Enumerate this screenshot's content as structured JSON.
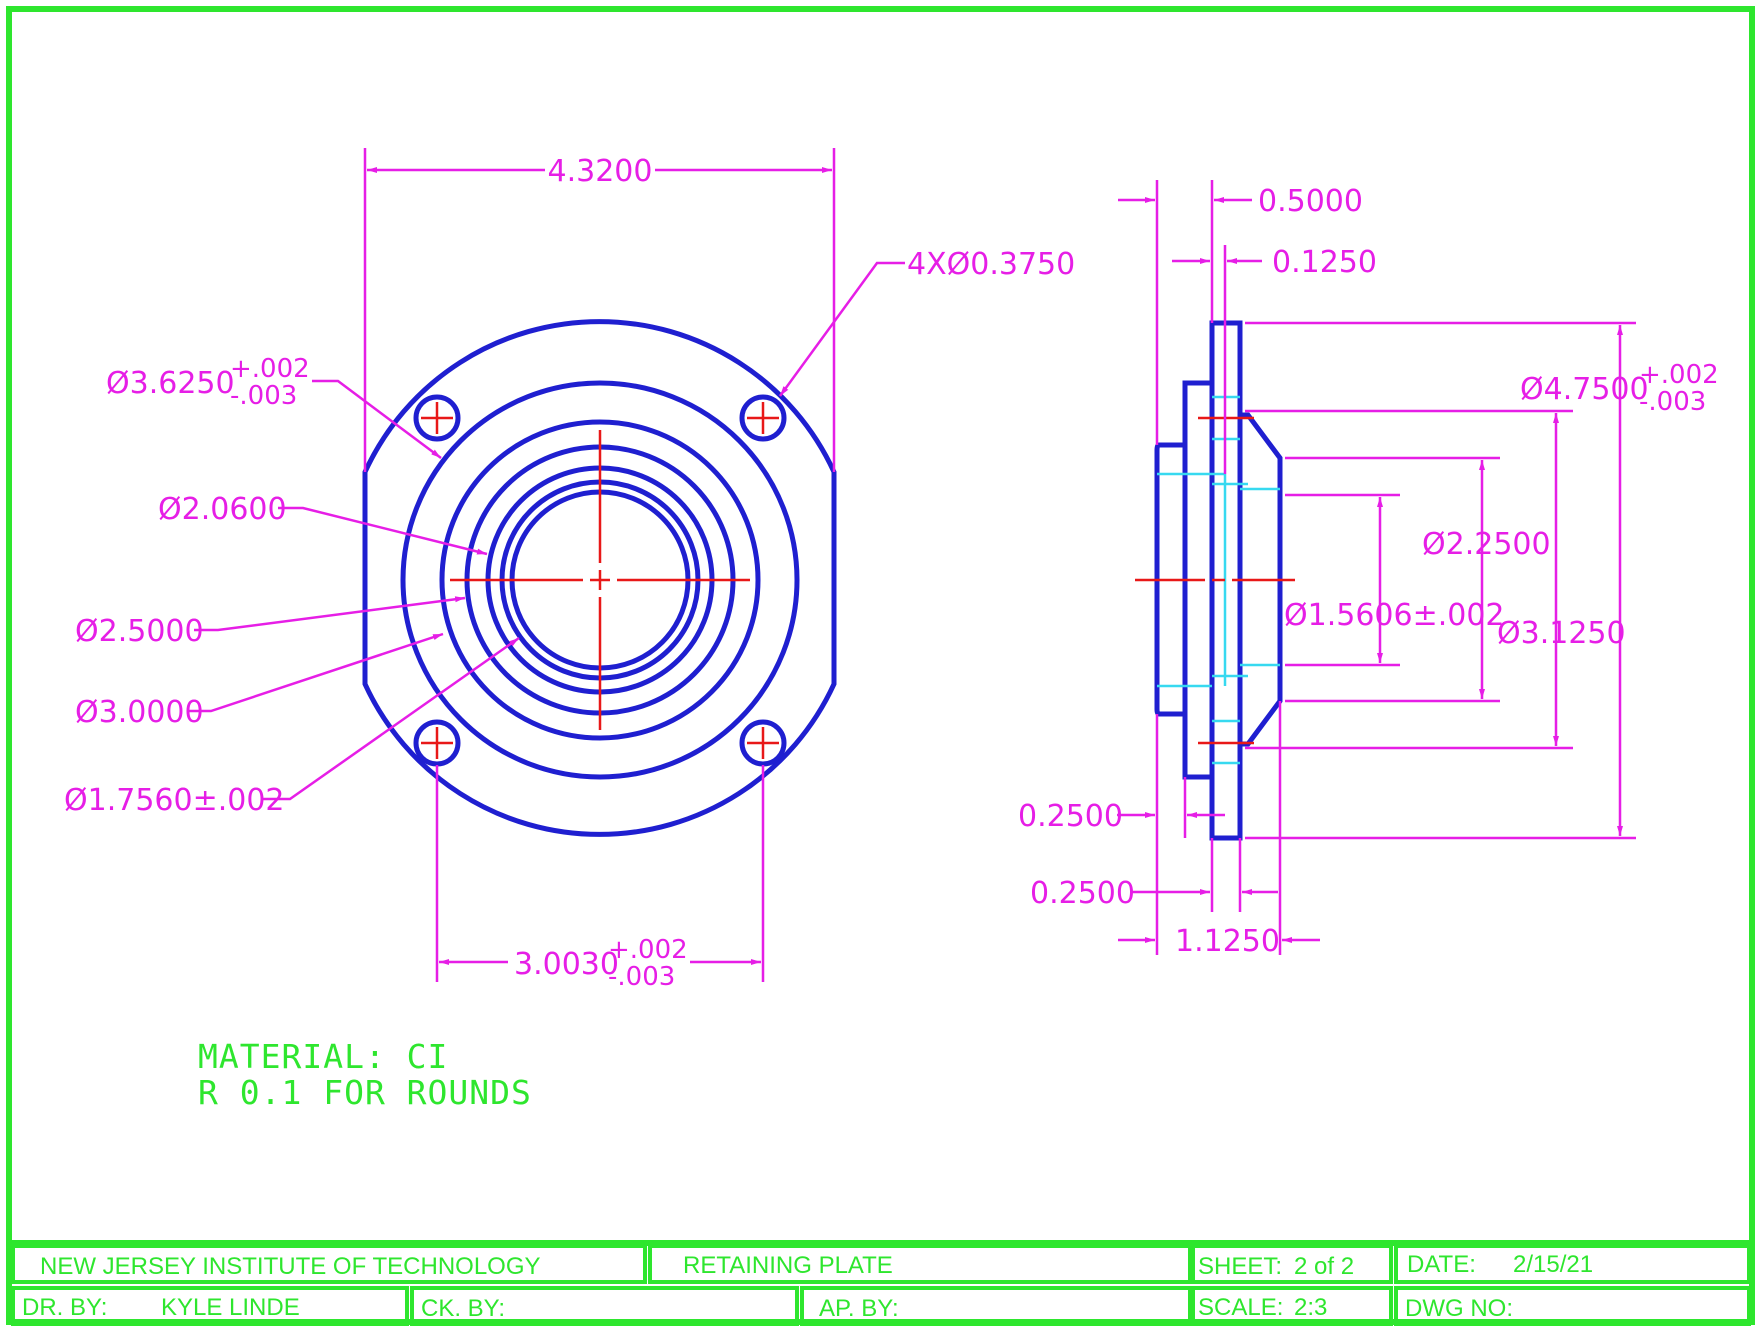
{
  "title_block": {
    "institution": "NEW JERSEY INSTITUTE OF TECHNOLOGY",
    "part_name": "RETAINING PLATE",
    "sheet_label": "SHEET:",
    "sheet_value": "2 of 2",
    "date_label": "DATE:",
    "date_value": "2/15/21",
    "drawn_by_label": "DR. BY:",
    "drawn_by_value": "KYLE LINDE",
    "checked_by_label": "CK. BY:",
    "approved_by_label": "AP. BY:",
    "scale_label": "SCALE:",
    "scale_value": "2:3",
    "dwg_no_label": "DWG NO:"
  },
  "notes": {
    "material": "MATERIAL: CI",
    "rounds": "R 0.1 FOR ROUNDS"
  },
  "front_view": {
    "width": "4.3200",
    "holes": "4XØ0.3750",
    "dia_3_6250": "Ø3.6250",
    "dia_2_0600": "Ø2.0600",
    "dia_2_5000": "Ø2.5000",
    "dia_3_0000": "Ø3.0000",
    "dia_1_7560": "Ø1.7560±.002",
    "hole_spacing": "3.0030",
    "tol_plus": "+.002",
    "tol_minus": "-.003"
  },
  "side_view": {
    "dim_0_5000": "0.5000",
    "dim_0_1250": "0.1250",
    "dia_4_7500": "Ø4.7500",
    "dia_2_2500": "Ø2.2500",
    "dia_1_5606": "Ø1.5606±.002",
    "dia_3_1250": "Ø3.1250",
    "dim_0_2500_a": "0.2500",
    "dim_0_2500_b": "0.2500",
    "dim_1_1250": "1.1250",
    "tol_plus": "+.002",
    "tol_minus": "-.003"
  },
  "colors": {
    "frame": "#2ee62e",
    "object": "#1f1fd0",
    "dimension": "#e61ee6",
    "centerline": "#e81818",
    "hidden": "#37d9f0"
  }
}
